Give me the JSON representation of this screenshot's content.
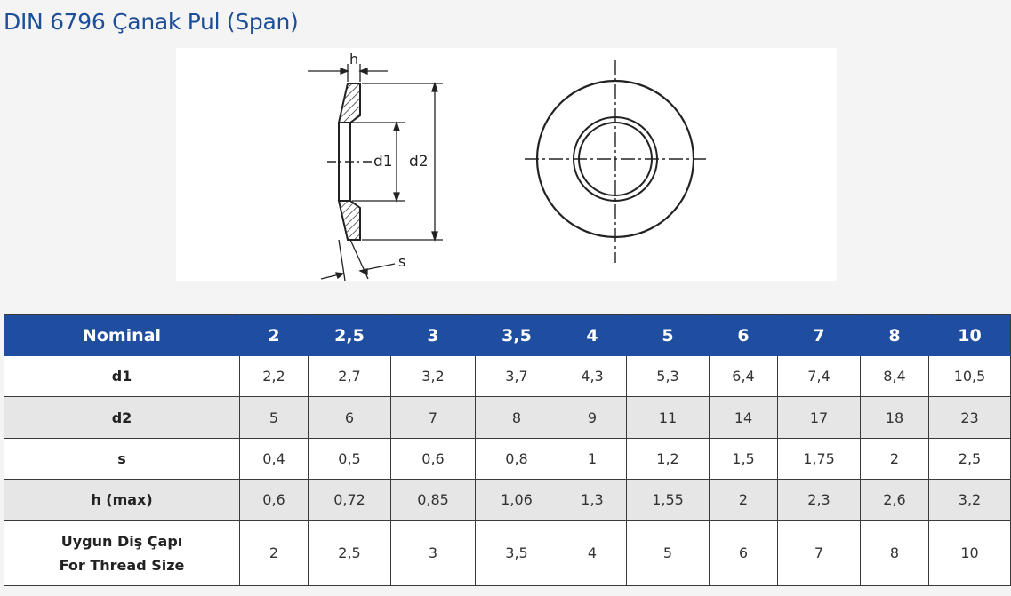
{
  "page": {
    "title": "DIN 6796 Çanak Pul (Span)"
  },
  "drawing": {
    "labels": {
      "h": "h",
      "d1": "d1",
      "d2": "d2",
      "s": "s"
    }
  },
  "table": {
    "header": [
      "Nominal",
      "2",
      "2,5",
      "3",
      "3,5",
      "4",
      "5",
      "6",
      "7",
      "8",
      "10"
    ],
    "rows": [
      {
        "label": "d1",
        "cells": [
          "2,2",
          "2,7",
          "3,2",
          "3,7",
          "4,3",
          "5,3",
          "6,4",
          "7,4",
          "8,4",
          "10,5"
        ]
      },
      {
        "label": "d2",
        "cells": [
          "5",
          "6",
          "7",
          "8",
          "9",
          "11",
          "14",
          "17",
          "18",
          "23"
        ]
      },
      {
        "label": "s",
        "cells": [
          "0,4",
          "0,5",
          "0,6",
          "0,8",
          "1",
          "1,2",
          "1,5",
          "1,75",
          "2",
          "2,5"
        ]
      },
      {
        "label": "h (max)",
        "cells": [
          "0,6",
          "0,72",
          "0,85",
          "1,06",
          "1,3",
          "1,55",
          "2",
          "2,3",
          "2,6",
          "3,2"
        ]
      },
      {
        "label": "Uygun Diş Çapı",
        "label2": "For Thread Size",
        "cells": [
          "2",
          "2,5",
          "3",
          "3,5",
          "4",
          "5",
          "6",
          "7",
          "8",
          "10"
        ]
      }
    ]
  }
}
